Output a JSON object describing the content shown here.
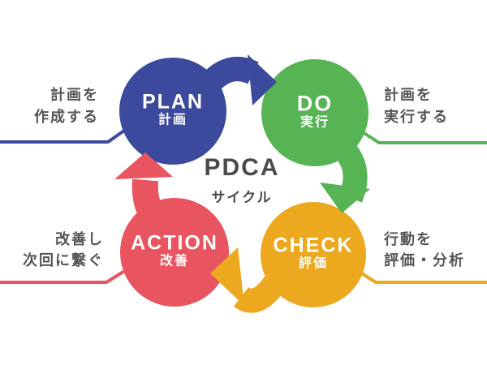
{
  "title": {
    "main": "PDCA",
    "sub": "サイクル"
  },
  "colors": {
    "plan": "#3c4a9e",
    "do": "#57b454",
    "check": "#eca81f",
    "action": "#e8545f",
    "title_text": "#4a4a4a",
    "annotation_text": "#555555",
    "circle_text": "#ffffff",
    "background": "#ffffff"
  },
  "nodes": [
    {
      "id": "plan",
      "en": "PLAN",
      "ja": "計画"
    },
    {
      "id": "do",
      "en": "DO",
      "ja": "実行"
    },
    {
      "id": "check",
      "en": "CHECK",
      "ja": "評価"
    },
    {
      "id": "action",
      "en": "ACTION",
      "ja": "改善"
    }
  ],
  "annotations": {
    "plan": {
      "line1": "計画を",
      "line2": "作成する"
    },
    "do": {
      "line1": "計画を",
      "line2": "実行する"
    },
    "check": {
      "line1": "行動を",
      "line2": "評価・分析"
    },
    "action": {
      "line1": "改善し",
      "line2": "次回に繋ぐ"
    }
  }
}
